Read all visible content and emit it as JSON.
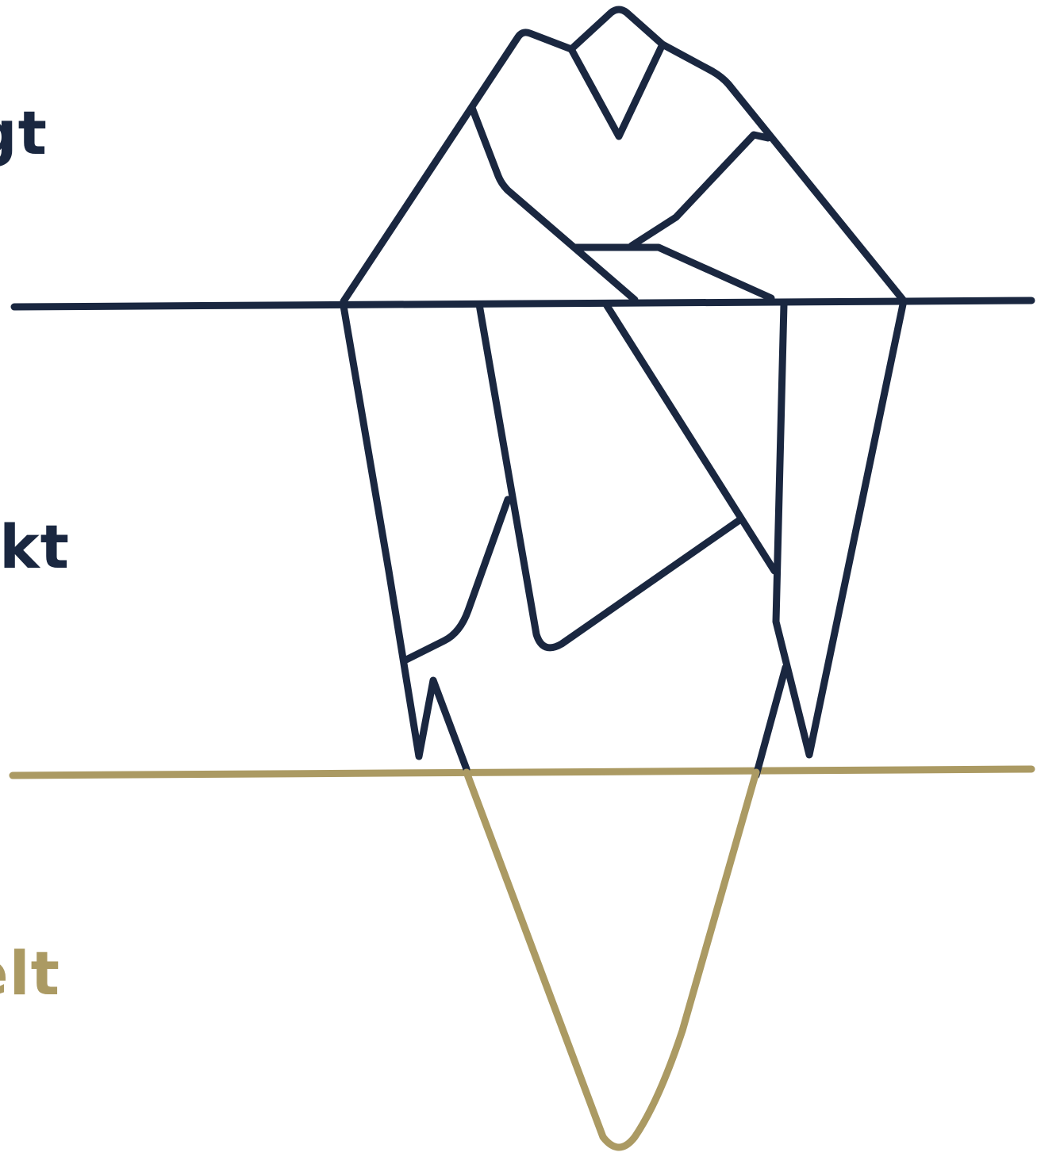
{
  "labels": {
    "top": "gt",
    "middle": "nkt",
    "bottom": "elt"
  },
  "colors": {
    "navy": "#1a2740",
    "gold": "#ab9a63",
    "background": "#ffffff"
  }
}
